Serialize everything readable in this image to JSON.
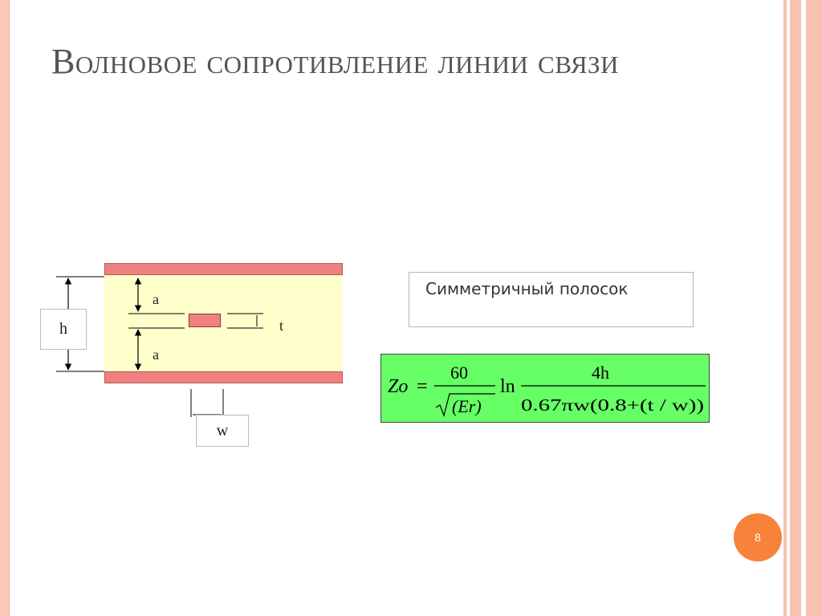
{
  "slide": {
    "title": "Волновое сопротивление линии связи",
    "page_number": "8"
  },
  "diagram": {
    "label_a_top": "a",
    "label_a_bottom": "a",
    "label_t": "t",
    "label_h": "h",
    "label_w": "w"
  },
  "caption": {
    "text": "Симметричный полосок"
  },
  "formula": {
    "lhs": "Zo",
    "equals": "=",
    "frac1_num": "60",
    "frac1_den": "(Er)",
    "ln": "ln",
    "frac2_num": "4h",
    "frac2_den": "0.67πw(0.8+(t / w))"
  },
  "colors": {
    "frame": "#f7c2b0",
    "plate": "#f08080",
    "dielectric": "#ffffcc",
    "formula_bg": "#66ff66",
    "badge": "#f7823a"
  }
}
